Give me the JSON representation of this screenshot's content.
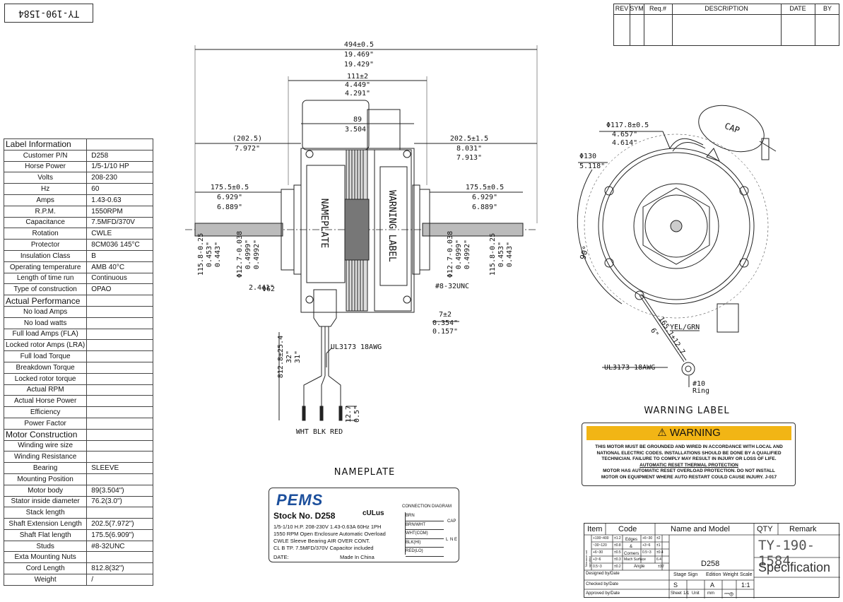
{
  "drawing_id": "TY-190-1584",
  "revision_table": {
    "headers": [
      "REV",
      "SYM",
      "Req.#",
      "DESCRIPTION",
      "DATE",
      "BY"
    ]
  },
  "spec_table": {
    "rows": [
      {
        "k": "Label Information",
        "v": "",
        "section": true
      },
      {
        "k": "Customer P/N",
        "v": "D258"
      },
      {
        "k": "Horse Power",
        "v": "1/5-1/10 HP"
      },
      {
        "k": "Volts",
        "v": "208-230"
      },
      {
        "k": "Hz",
        "v": "60"
      },
      {
        "k": "Amps",
        "v": "1.43-0.63"
      },
      {
        "k": "R.P.M.",
        "v": "1550RPM"
      },
      {
        "k": "Capacitance",
        "v": "7.5MFD/370V"
      },
      {
        "k": "Rotation",
        "v": "CWLE"
      },
      {
        "k": "Protector",
        "v": "8CM036  145°C"
      },
      {
        "k": "Insulation Class",
        "v": "B"
      },
      {
        "k": "Operating temperature",
        "v": "AMB 40°C"
      },
      {
        "k": "Length of time run",
        "v": "Continuous"
      },
      {
        "k": "Type of construction",
        "v": "OPAO"
      },
      {
        "k": "Actual Performance",
        "v": "",
        "section": true
      },
      {
        "k": "No load Amps",
        "v": ""
      },
      {
        "k": "No load watts",
        "v": ""
      },
      {
        "k": "Full load Amps (FLA)",
        "v": ""
      },
      {
        "k": "Locked rotor Amps (LRA)",
        "v": ""
      },
      {
        "k": "Full load Torque",
        "v": ""
      },
      {
        "k": "Breakdown Torque",
        "v": ""
      },
      {
        "k": "Locked rotor torque",
        "v": ""
      },
      {
        "k": "Actual RPM",
        "v": ""
      },
      {
        "k": "Actual Horse Power",
        "v": ""
      },
      {
        "k": "Efficiency",
        "v": ""
      },
      {
        "k": "Power Factor",
        "v": ""
      },
      {
        "k": "Motor Construction",
        "v": "",
        "section": true
      },
      {
        "k": "Winding wire size",
        "v": ""
      },
      {
        "k": "Winding Resistance",
        "v": ""
      },
      {
        "k": "Bearing",
        "v": "SLEEVE"
      },
      {
        "k": "Mounting Position",
        "v": ""
      },
      {
        "k": "Motor body",
        "v": "89(3.504\")"
      },
      {
        "k": "Stator inside diameter",
        "v": "76.2(3.0\")"
      },
      {
        "k": "Stack length",
        "v": ""
      },
      {
        "k": "Shaft Extension Length",
        "v": "202.5(7.972\")"
      },
      {
        "k": "Shaft Flat length",
        "v": "175.5(6.909\")"
      },
      {
        "k": "Studs",
        "v": "#8-32UNC"
      },
      {
        "k": "Exta Mounting Nuts",
        "v": ""
      },
      {
        "k": "Cord Length",
        "v": "812.8(32\")"
      },
      {
        "k": "Weight",
        "v": "/"
      }
    ]
  },
  "side_view": {
    "overall": [
      "494±0.5",
      "19.469\"",
      "19.429\""
    ],
    "body": [
      "111±2",
      "4.449\"",
      "4.291\""
    ],
    "stack": [
      "89",
      "3.504\""
    ],
    "left_ext": [
      "(202.5)",
      "7.972\""
    ],
    "right_ext": [
      "202.5±1.5",
      "8.031\"",
      "7.913\""
    ],
    "left_flat": [
      "175.5±0.5",
      "6.929\"",
      "6.889\""
    ],
    "right_flat": [
      "175.5±0.5",
      "6.929\"",
      "6.889\""
    ],
    "shaft_left": [
      "115.8-0.25",
      "0.453\"",
      "0.443\""
    ],
    "shaft_dia_left": [
      "Φ12.7-0.038",
      "0.4999\"",
      "0.4992\""
    ],
    "shaft_dia_right": [
      "Φ12.7-0.038",
      "0.4999\"",
      "0.4992\""
    ],
    "shaft_right": [
      "115.8-0.25",
      "0.453\"",
      "0.443\""
    ],
    "hub": [
      "Φ62",
      "2.441\""
    ],
    "stud": "#8-32UNC",
    "stud_proj": [
      "7±2",
      "0.354\"",
      "0.157\""
    ],
    "lead_wire": "UL3173 18AWG",
    "lead_len": [
      "812.8±25.4",
      "32\"",
      "31\""
    ],
    "strip": [
      "12.7",
      "0.5\""
    ],
    "leads": "WHT  BLK  RED",
    "label_nameplate": "NAMEPLATE",
    "label_warning": "WARNING LABEL"
  },
  "end_view": {
    "cap": "CAP",
    "dia_small": [
      "Φ117.8±0.5",
      "4.657\"",
      "4.614\""
    ],
    "dia_large": [
      "Φ130",
      "5.118\""
    ],
    "angle": "90°",
    "ground_len": [
      "165.1±12.7",
      "6\""
    ],
    "ground_color": "YEL/GRN",
    "lead_wire": "UL3173 18AWG",
    "ring": [
      "#10",
      "Ring"
    ]
  },
  "warning_label": {
    "title": "WARNING LABEL",
    "banner": "WARNING",
    "lines": [
      "THIS MOTOR MUST BE GROUNDED AND WIRED IN ACCORDANCE WITH LOCAL AND",
      "NATIONAL ELECTRIC CODES. INSTALLATIONS SHOULD BE DONE BY A QUALIFIED",
      "TECHNICIAN. FAILURE TO COMPLY MAY RESULT IN INJURY OR LOSS OF LIFE.",
      "AUTOMATIC RESET THERMAL PROTECTION",
      "MOTOR HAS AUTOMATIC RESET OVERLOAD PROTECTION. DO NOT INSTALL",
      "MOTOR ON EQUIPMENT WHERE AUTO RESTART COULD CAUSE INJURY.   J-017"
    ]
  },
  "nameplate": {
    "title": "NAMEPLATE",
    "brand": "PEMS",
    "stock": "Stock No. D258",
    "cert": "cULus",
    "lines": [
      "1/5-1/10 H.P.  208-230V 1.43-0.63A  60Hz  1PH",
      "1550 RPM Open Enclosure  Automatic Overload",
      "CWLE  Sleeve Bearing  AIR OVER CONT.",
      "CL B   TP.  7.5MFD/370V Capacitor included"
    ],
    "date_label": "DATE:",
    "origin": "Made In China",
    "diagram_title": "CONNECTION DIAGRAM",
    "diagram_leads": [
      "BRN",
      "BRN/WHT",
      "WHT(COM)",
      "BLK(HI)",
      "RED(LO)"
    ],
    "diagram_cap": "CAP",
    "diagram_line": [
      "L",
      "N",
      "E"
    ]
  },
  "title_block": {
    "headers": [
      "Item",
      "Code",
      "Name and Model",
      "QTY",
      "Remark"
    ],
    "tol_rows": [
      [
        "+100~400",
        "±1.2"
      ],
      [
        "~30~120",
        "±0.8"
      ],
      [
        "+6~30",
        "±0.5"
      ],
      [
        "+3~6",
        "±0.3"
      ],
      [
        "0.5~3",
        "±0.2"
      ]
    ],
    "edges": [
      "Edges",
      "&",
      "Corners"
    ],
    "edge_vals": [
      [
        "+6~30",
        "±2"
      ],
      [
        "+3~6",
        "±1"
      ],
      [
        "0.5~3",
        "±0.4"
      ]
    ],
    "mach_surface": [
      "Mach Surface",
      "6.4"
    ],
    "angle": [
      "Angle",
      "±30'"
    ],
    "model": "D258",
    "id_big": "TY-190-1584",
    "specification": "Specification",
    "signers": [
      "Designed by/Date",
      "Checked by/Date",
      "Approved by/Date"
    ],
    "stage_hdr": [
      "Stage Sign",
      "Edition",
      "Weight",
      "Scale"
    ],
    "stage_vals": [
      "S",
      "A",
      "1:1"
    ],
    "sheet": [
      "Sheet",
      "1/1",
      "Unit",
      "mm"
    ],
    "tol_side": "Tolerance not specified"
  }
}
